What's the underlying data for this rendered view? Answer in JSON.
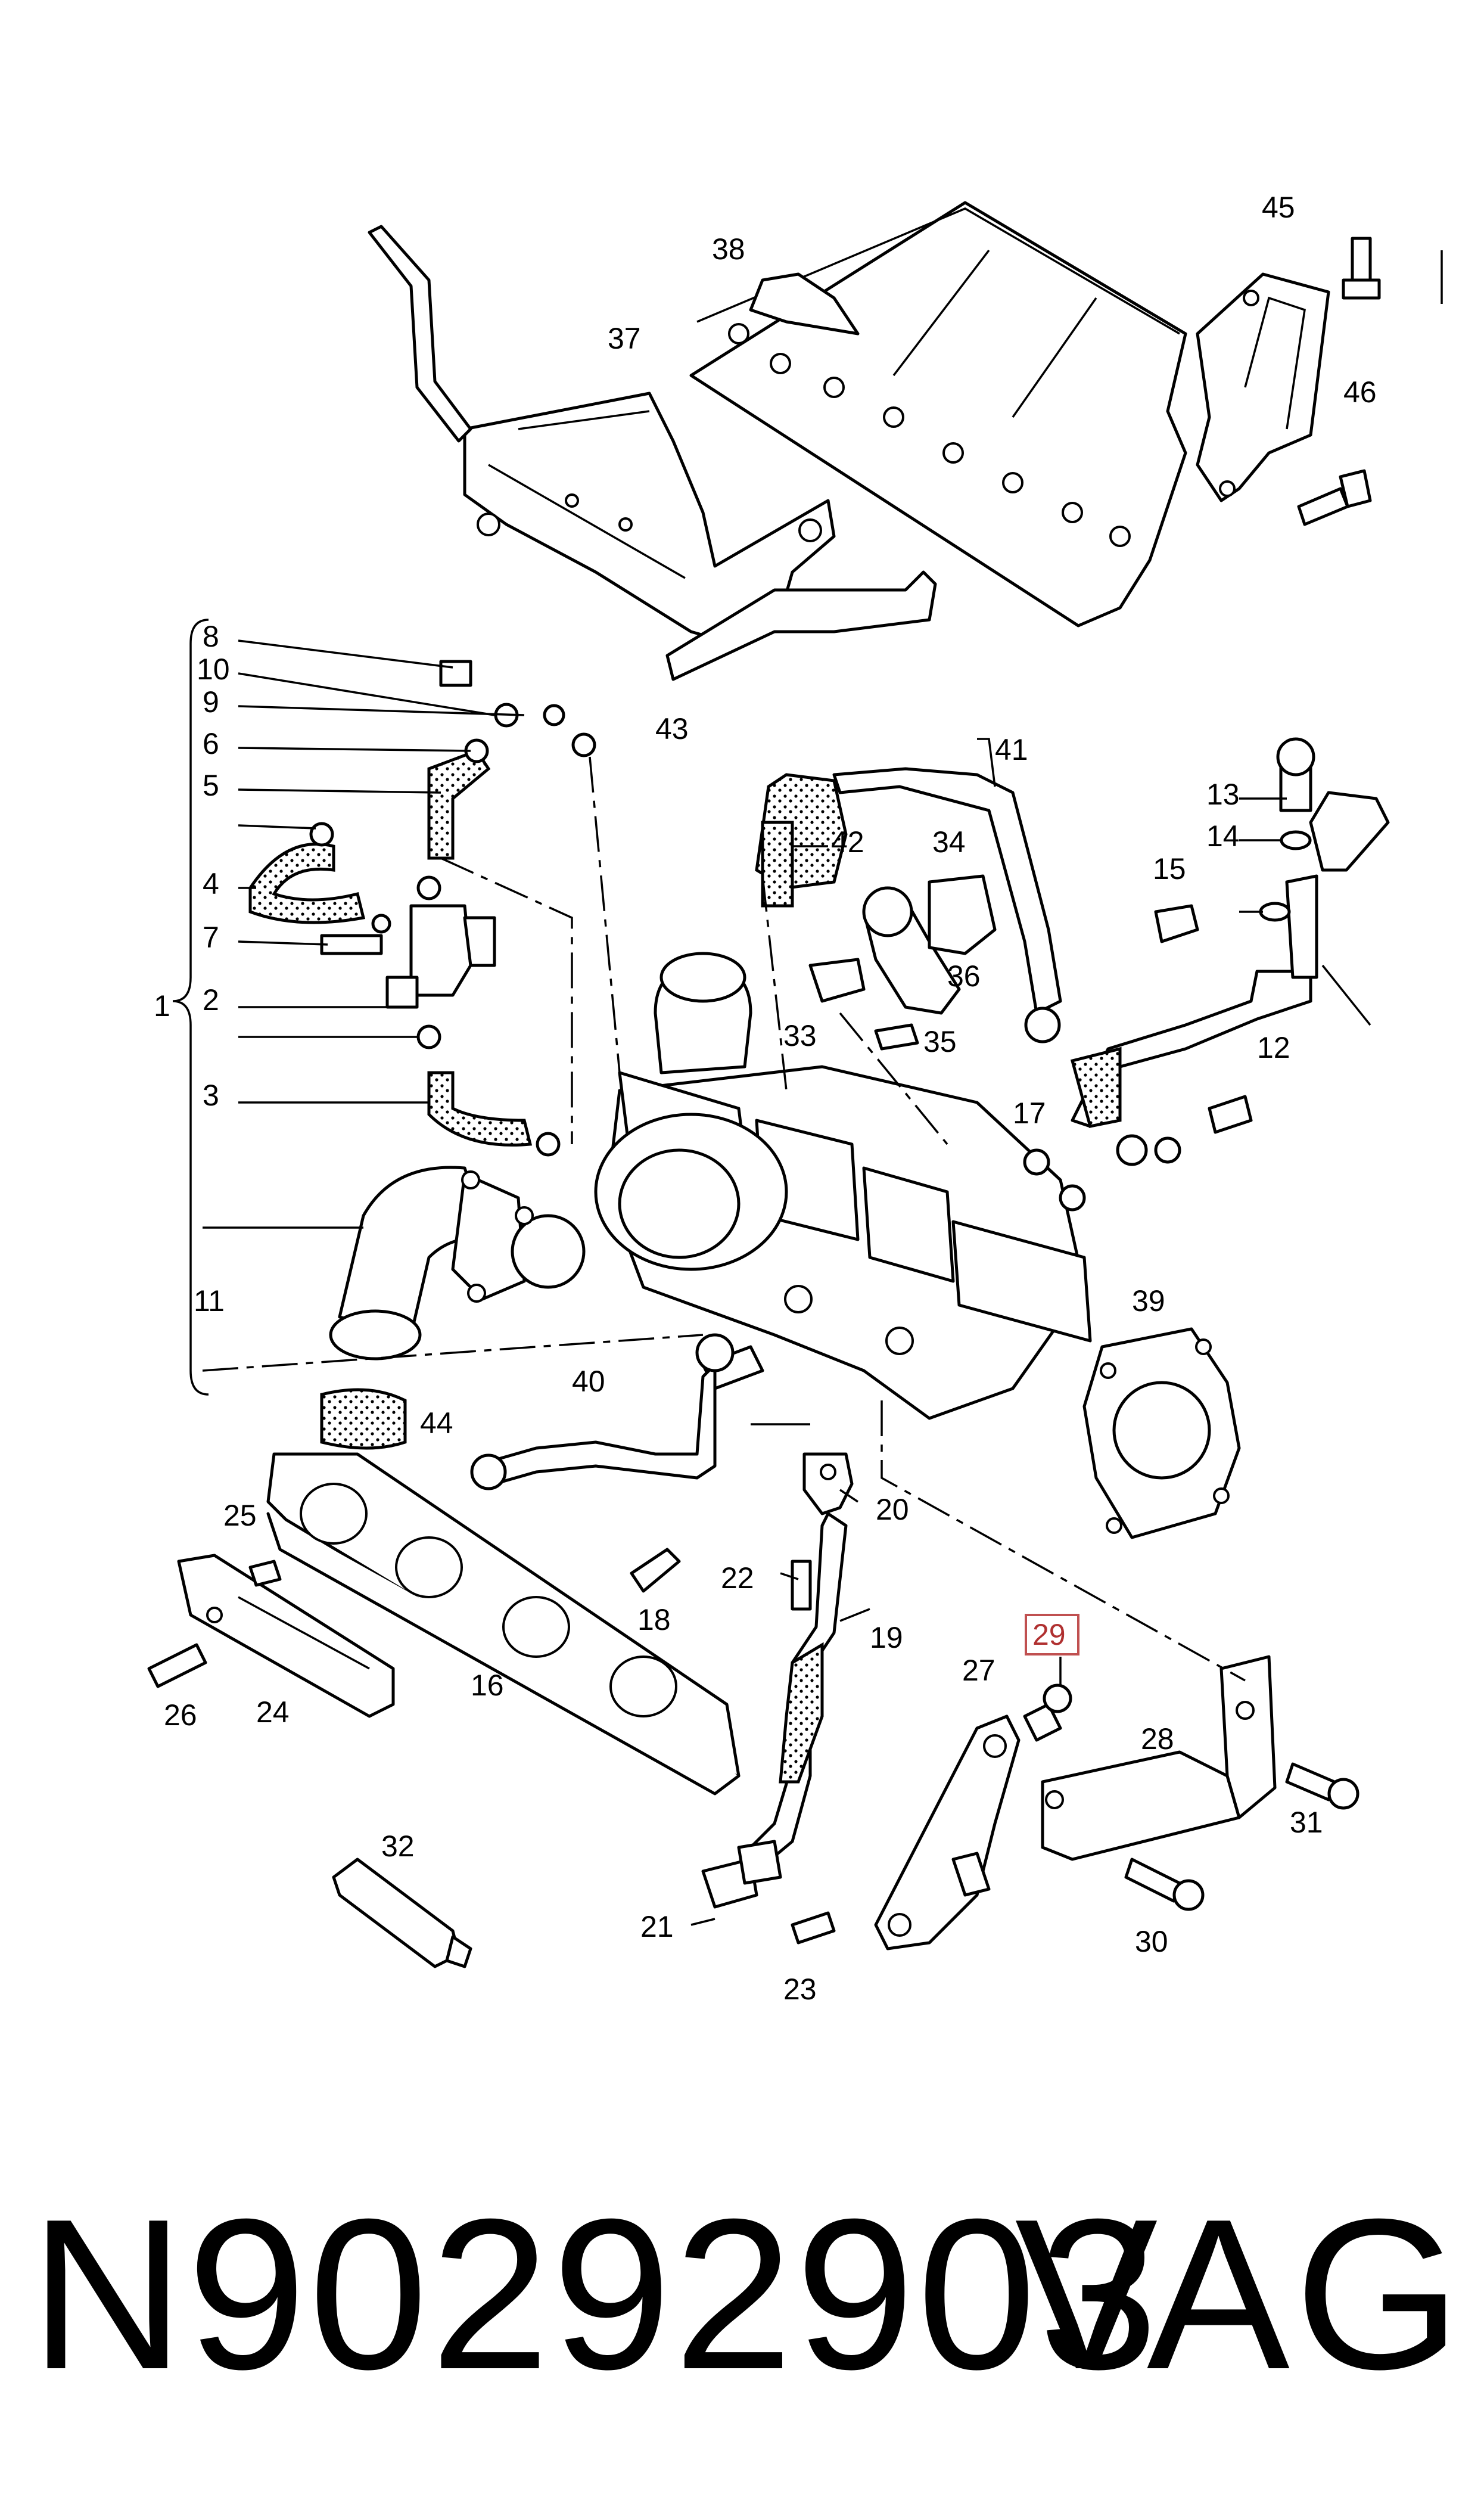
{
  "diagram": {
    "callouts": [
      "1",
      "2",
      "3",
      "4",
      "5",
      "6",
      "7",
      "8",
      "9",
      "10",
      "11",
      "12",
      "13",
      "14",
      "15",
      "16",
      "17",
      "18",
      "19",
      "20",
      "21",
      "22",
      "23",
      "24",
      "25",
      "26",
      "27",
      "28",
      "29",
      "30",
      "31",
      "32",
      "33",
      "34",
      "35",
      "36",
      "37",
      "38",
      "39",
      "40",
      "41",
      "42",
      "43",
      "44",
      "45",
      "46"
    ],
    "highlighted_callout": "29",
    "highlight_color": "#c05050"
  },
  "footer": {
    "part_number": "N90292903",
    "brand": "VAG"
  }
}
